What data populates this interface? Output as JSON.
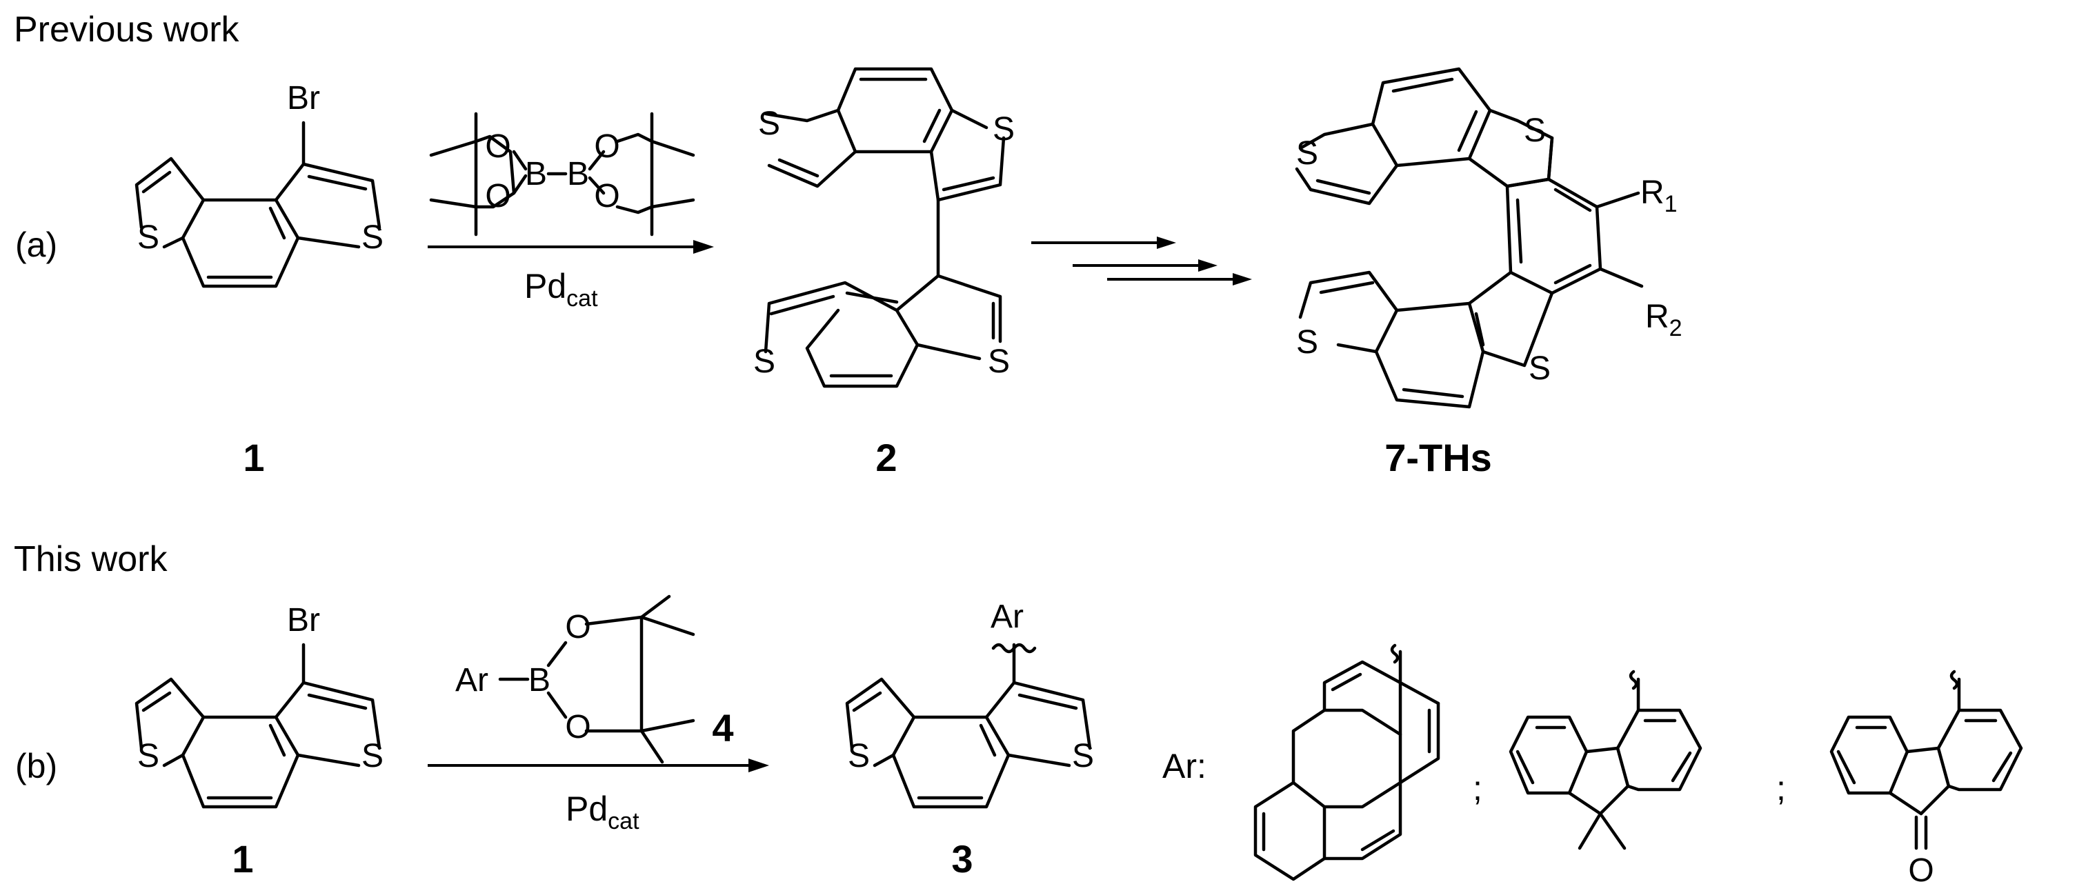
{
  "headers": {
    "previous": "Previous work",
    "this": "This work"
  },
  "panels": {
    "a": "(a)",
    "b": "(b)"
  },
  "atoms": {
    "S": "S",
    "Br": "Br",
    "O": "O",
    "B": "B",
    "Ar": "Ar"
  },
  "substituents": {
    "R": "R",
    "r1_sub": "1",
    "r2_sub": "2"
  },
  "conditions": {
    "pd": "Pd",
    "pd_sub": "cat"
  },
  "compounds": {
    "c1": "1",
    "c2": "2",
    "c3": "3",
    "c4": "4",
    "c7": "7-THs"
  },
  "ar_list": {
    "label": "Ar:",
    "separator": ";"
  }
}
